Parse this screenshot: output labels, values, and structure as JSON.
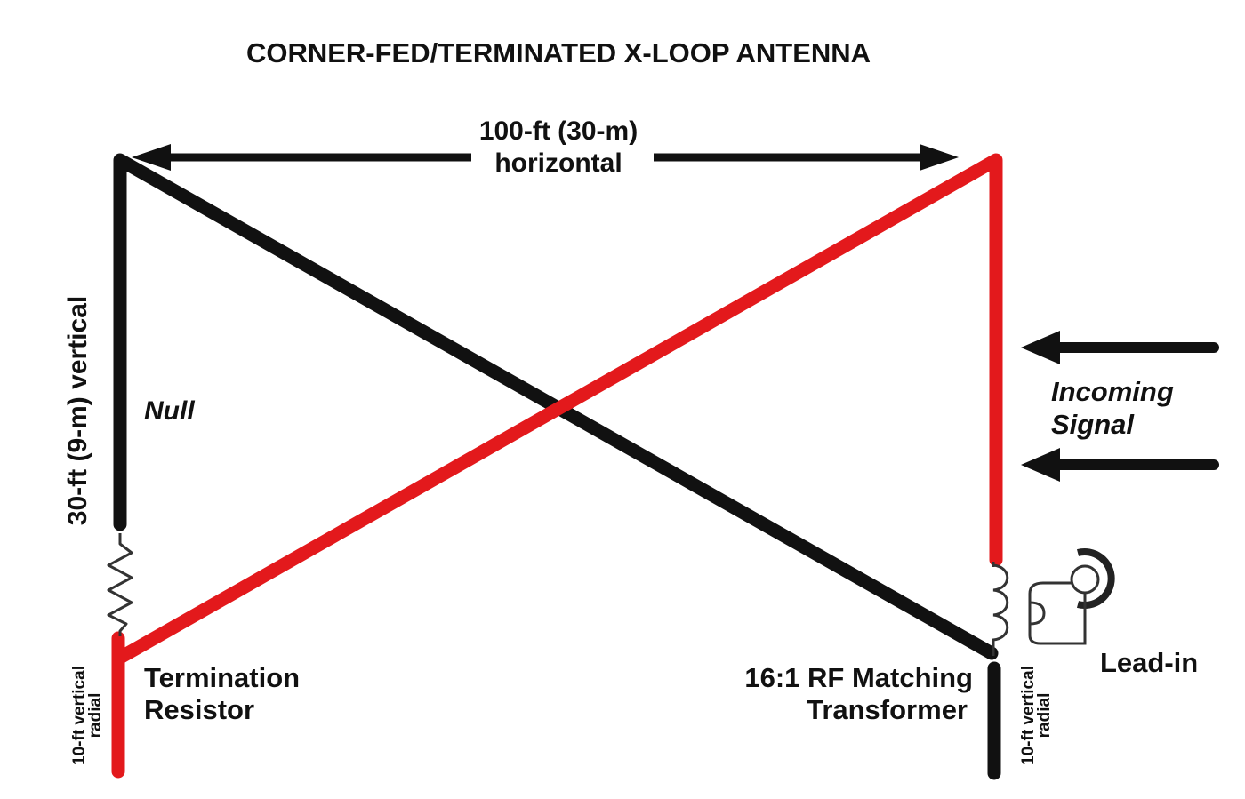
{
  "title": "CORNER-FED/TERMINATED X-LOOP ANTENNA",
  "horizontal_dim": {
    "line1": "100-ft (30-m)",
    "line2": "horizontal"
  },
  "vertical_dim": "30-ft (9-m) vertical",
  "null_label": "Null",
  "incoming": {
    "line1": "Incoming",
    "line2": "Signal"
  },
  "termination": {
    "line1": "Termination",
    "line2": "Resistor"
  },
  "transformer": {
    "line1": "16:1 RF Matching",
    "line2": "Transformer"
  },
  "leadin": "Lead-in",
  "radial_left": {
    "line1": "10-ft vertical",
    "line2": "radial"
  },
  "radial_right": {
    "line1": "10-ft vertical",
    "line2": "radial"
  },
  "colors": {
    "wire_black": "#111111",
    "wire_red": "#e3191c",
    "text": "#111111",
    "component": "#333333"
  }
}
